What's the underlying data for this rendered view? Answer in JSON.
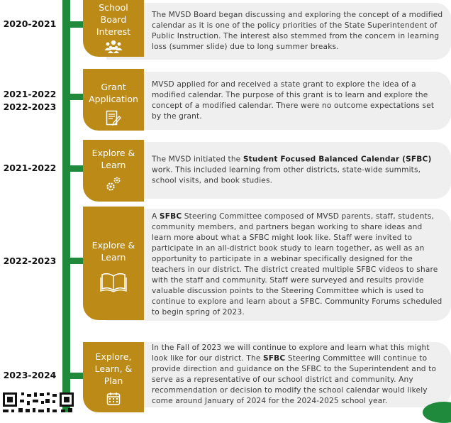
{
  "rows": [
    {
      "year": "2020-2021",
      "tab": [
        "School",
        "Board",
        "Interest"
      ],
      "icon": "people-group-icon",
      "text": "The MVSD Board began discussing and exploring the concept of a modified calendar as it is one of the policy priorities of the State Superintendent of Public Instruction. The interest also stemmed from the concern in learning loss (summer slide) due to long summer breaks."
    },
    {
      "year": [
        "2021-2022",
        "2022-2023"
      ],
      "tab": [
        "Grant",
        "Application"
      ],
      "icon": "document-pen-icon",
      "text": "MVSD applied for and received a state grant to explore the idea of a modified calendar. The purpose of this grant is to learn and explore the concept of a modified calendar. There were no outcome expectations set by the grant."
    },
    {
      "year": "2021-2022",
      "tab": [
        "Explore &",
        "Learn"
      ],
      "icon": "gears-icon",
      "text_pre": "The MVSD initiated the ",
      "text_bold": "Student Focused Balanced Calendar (SFBC)",
      "text_post": " work. This included learning from other districts, state-wide summits, school visits, and book studies."
    },
    {
      "year": "2022-2023",
      "tab": [
        "Explore &",
        "Learn"
      ],
      "icon": "open-book-icon",
      "text_pre": "A ",
      "text_bold": "SFBC",
      "text_post": " Steering Committee composed of MVSD parents, staff, students, community members, and partners began working to share ideas and learn more about what a SFBC might look like.  Staff were invited to participate in an all-district book study to learn together, as well as an opportunity to participate in a webinar specifically designed for the teachers in our district.  The district created multiple SFBC videos to share with the staff and community.  Staff were surveyed and results provide valuable discussion points to the Steering Committee which is used to continue to explore and learn about a SFBC.  Community Forums scheduled to begin spring of 2023."
    },
    {
      "year": "2023-2024",
      "tab": [
        "Explore,",
        "Learn, &",
        "Plan"
      ],
      "icon": "calendar-icon",
      "text_pre": "In the Fall of 2023 we will continue to explore and learn what this might look like for our district.  The ",
      "text_bold": "SFBC",
      "text_post": " Steering Committee will continue to provide direction and guidance on the SFBC to the Superintendent and to serve as a representative of our school district and community.  Any recommendation or decision to modify the school calendar would likely come around January of 2024 for the 2024-2025 school year."
    }
  ],
  "colors": {
    "rail": "#1f8a3c",
    "tab": "#bb8a17",
    "card": "#efefef"
  }
}
